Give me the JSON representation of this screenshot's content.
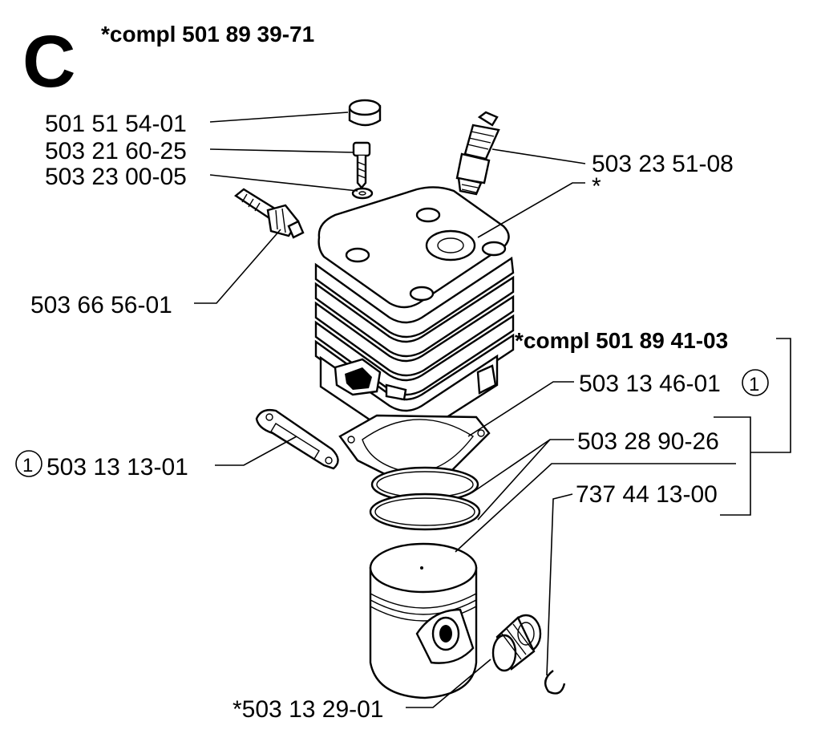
{
  "section": {
    "letter": "C",
    "assembly": "*compl 501 89 39-71",
    "subassembly": "*compl 501 89 41-03"
  },
  "callouts": {
    "cap": "501 51 54-01",
    "screw": "503 21 60-25",
    "washer": "503 23 00-05",
    "decompression_valve": "503 66 56-01",
    "spark_plug": "503 23 51-08",
    "cylinder": "*",
    "cylinder_gasket": "503 13 46-01",
    "muffler_gasket": "503 13 13-01",
    "piston_rings": "503 28 90-26",
    "circlip": "737 44 13-00",
    "needle_bearing": "*503 13 29-01",
    "reference_number": "1"
  }
}
